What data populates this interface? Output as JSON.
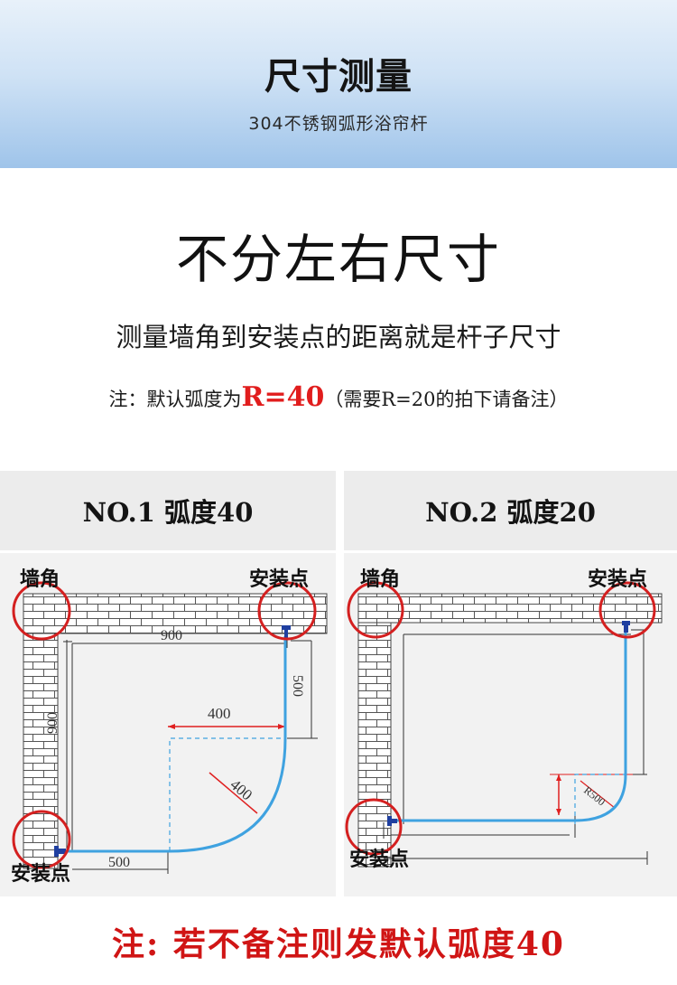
{
  "header": {
    "title": "尺寸测量",
    "subtitle": "304不锈钢弧形浴帘杆"
  },
  "headline": "不分左右尺寸",
  "description": "测量墙角到安装点的距离就是杆子尺寸",
  "note": {
    "prefix": "注：默认弧度为",
    "highlight": "R=40",
    "suffix": "（需要R=20的拍下请备注）"
  },
  "colors": {
    "rod_blue": "#3fa2e0",
    "circle_red": "#d42020",
    "dimension_red": "#e02020",
    "footer_red": "#d01515",
    "brick_line": "#555555"
  },
  "panels": [
    {
      "heading": "NO.1 弧度40",
      "labels": {
        "corner": "墙角",
        "install_top": "安装点",
        "install_bottom": "安装点"
      },
      "dims": {
        "top": "900",
        "right": "500",
        "left": "900",
        "bottom": "500",
        "offset": "400",
        "radius": "400"
      }
    },
    {
      "heading": "NO.2 弧度20",
      "labels": {
        "corner": "墙角",
        "install_top": "安装点",
        "install_bottom": "安装点"
      },
      "dims": {
        "radius": "R500"
      }
    }
  ],
  "footer": "注: 若不备注则发默认弧度40"
}
